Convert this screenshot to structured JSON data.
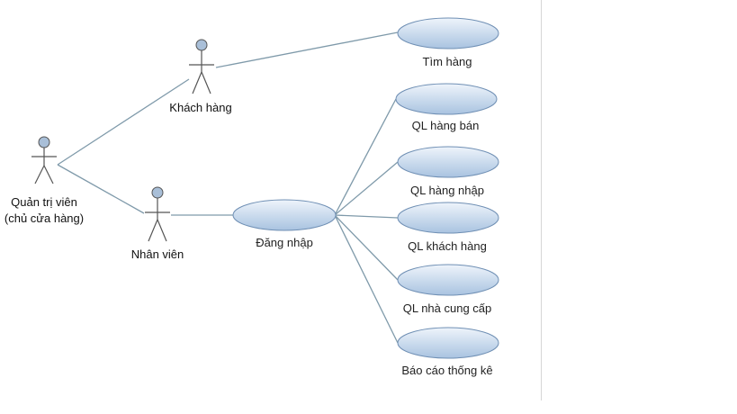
{
  "diagram": {
    "actors": [
      {
        "id": "admin",
        "lines": [
          "Quản trị viên",
          "(chủ cửa hàng)"
        ]
      },
      {
        "id": "customer",
        "lines": [
          "Khách hàng"
        ]
      },
      {
        "id": "staff",
        "lines": [
          "Nhân viên"
        ]
      }
    ],
    "use_cases": [
      {
        "id": "find_goods",
        "label": "Tìm hàng"
      },
      {
        "id": "login",
        "label": "Đăng nhập"
      },
      {
        "id": "manage_sales",
        "label": "QL hàng bán"
      },
      {
        "id": "manage_imports",
        "label": "QL hàng nhập"
      },
      {
        "id": "manage_customers",
        "label": "QL khách hàng"
      },
      {
        "id": "manage_suppliers",
        "label": "QL nhà cung cấp"
      },
      {
        "id": "reports",
        "label": "Báo cáo thống kê"
      }
    ],
    "links": [
      [
        "admin",
        "customer"
      ],
      [
        "admin",
        "staff"
      ],
      [
        "customer",
        "find_goods"
      ],
      [
        "staff",
        "login"
      ],
      [
        "login",
        "manage_sales"
      ],
      [
        "login",
        "manage_imports"
      ],
      [
        "login",
        "manage_customers"
      ],
      [
        "login",
        "manage_suppliers"
      ],
      [
        "login",
        "reports"
      ]
    ],
    "colors": {
      "ellipse_fill_top": "#eef4fb",
      "ellipse_fill_bottom": "#a9c3e0",
      "ellipse_stroke": "#6f8fb4",
      "line": "#7f9aaa",
      "actor_head": "#a9bfd8",
      "actor_stroke": "#555555"
    }
  }
}
